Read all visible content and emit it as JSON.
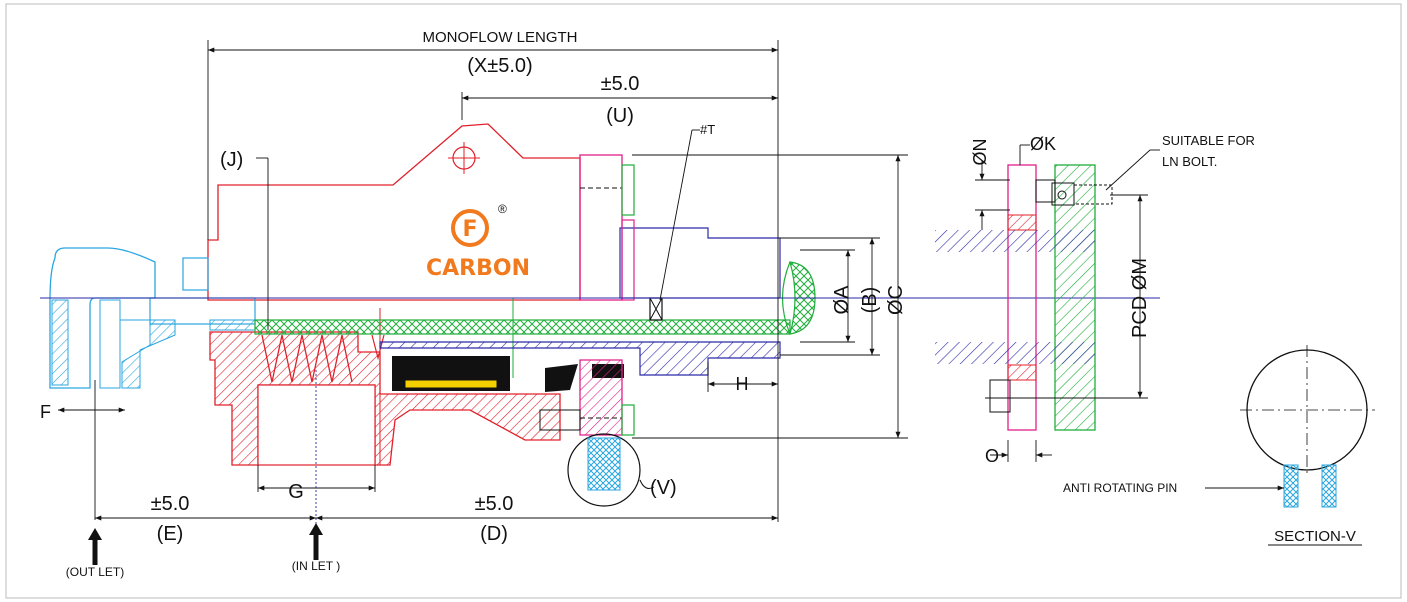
{
  "drawing": {
    "monoflow_length_label": "MONOFLOW LENGTH",
    "x_dim": "(X±5.0)",
    "u_tol": "±5.0",
    "u_dim": "(U)",
    "t_label": "#T",
    "j_label": "(J)",
    "a_dim": "ØA",
    "b_dim": "(B)",
    "c_dim": "ØC",
    "h_dim": "H",
    "v_label": "(V)",
    "f_dim": "F",
    "g_dim": "G",
    "e_tol": "±5.0",
    "e_dim": "(E)",
    "d_tol": "±5.0",
    "d_dim": "(D)",
    "outlet_label": "(OUT LET)",
    "inlet_label": "(IN LET )",
    "n_dim": "ØN",
    "k_dim": "ØK",
    "suitable_line1": "SUITABLE FOR",
    "suitable_line2": "LN BOLT.",
    "pcd_dim": "PCD ØM",
    "o_dim": "O",
    "anti_pin_label": "ANTI ROTATING PIN",
    "section_label": "SECTION-V"
  },
  "logo": {
    "brand": "CARBON",
    "registered": "®",
    "mark_letter": "F"
  },
  "colors": {
    "red": "#e0202a",
    "blue": "#2a2aa8",
    "green": "#1fae3a",
    "magenta": "#e0208a",
    "cyan": "#2aa6e0",
    "orange": "#f07a1d",
    "black": "#111111"
  }
}
